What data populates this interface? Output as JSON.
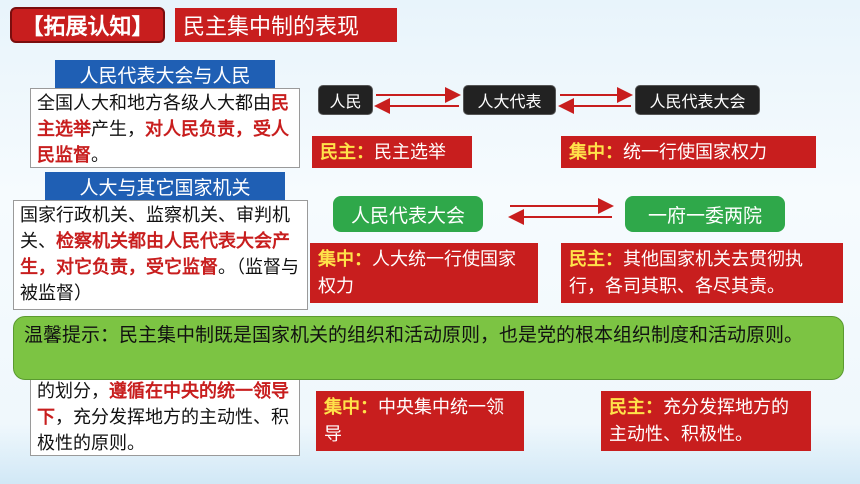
{
  "title": {
    "tag": "【拓展认知】",
    "main": "民主集中制的表现"
  },
  "section1": {
    "heading": "人民代表大会与人民",
    "text_a": "全国人大和地方各级人大都由",
    "text_red1": "民主选举",
    "text_b": "产生，",
    "text_red2": "对人民负责，受人民监督",
    "text_c": "。"
  },
  "section2": {
    "heading": "人大与其它国家机关",
    "text_a": "国家行政机关、监察机关、审判机关、",
    "text_red": "检察机关都由人民代表大会产生，对它负责，受它监督",
    "text_b": "。（监督与被监督）"
  },
  "section3": {
    "text_a": "的划分，",
    "text_red": "遵循在中央的统一领导下",
    "text_b": "，充分发挥地方的主动性、积极性的原则。"
  },
  "flow1": {
    "a": "人民",
    "b": "人大代表",
    "c": "人民代表大会"
  },
  "flow2": {
    "a": "人民代表大会",
    "b": "一府一委两院"
  },
  "boxes": {
    "b1": {
      "lead": "民主：",
      "text": "民主选举"
    },
    "b2": {
      "lead": "集中：",
      "text": "统一行使国家权力"
    },
    "b3": {
      "lead": "集中：",
      "text": "人大统一行使国家权力"
    },
    "b4": {
      "lead": "民主：",
      "text": "其他国家机关去贯彻执行，各司其职、各尽其责。"
    },
    "b5": {
      "lead": "集中：",
      "text": "中央集中统一领导"
    },
    "b6": {
      "lead": "民主：",
      "text": "充分发挥地方的主动性、积极性。"
    }
  },
  "tip": {
    "text": "温馨提示：民主集中制既是国家机关的组织和活动原则，也是党的根本组织制度和活动原则。"
  },
  "colors": {
    "red": "#c81e1e",
    "blue": "#1f5fb4",
    "green": "#2fa84a",
    "tip_green": "#7cc443",
    "yellow": "#ffe24a"
  }
}
